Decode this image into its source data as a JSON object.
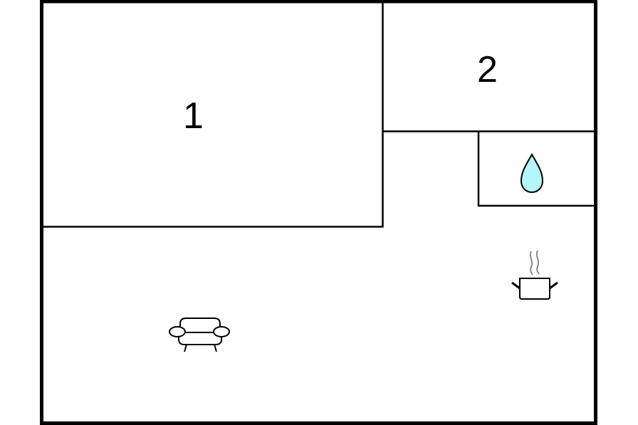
{
  "floorplan": {
    "colors": {
      "wall": "#000000",
      "background": "#ffffff",
      "water": "#b3f7fb",
      "steam": "#8a8a8a"
    },
    "rooms": [
      {
        "id": "room-1",
        "label": "1",
        "type": "bedroom"
      },
      {
        "id": "room-2",
        "label": "2",
        "type": "bedroom"
      },
      {
        "id": "bathroom",
        "label": "",
        "type": "bathroom",
        "icon": "water-drop-icon"
      },
      {
        "id": "living-kitchen",
        "label": "",
        "type": "living-room",
        "icons": [
          "sofa-icon",
          "cooking-pot-icon"
        ]
      }
    ]
  }
}
